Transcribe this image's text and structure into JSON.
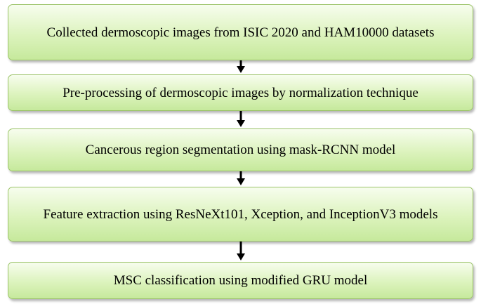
{
  "flowchart": {
    "steps": [
      {
        "text": "Collected dermoscopic images from ISIC 2020 and HAM10000 datasets"
      },
      {
        "text": "Pre-processing of dermoscopic images by normalization technique"
      },
      {
        "text": "Cancerous region segmentation using mask-RCNN model"
      },
      {
        "text": "Feature extraction using ResNeXt101, Xception, and InceptionV3 models"
      },
      {
        "text": "MSC classification using modified GRU model"
      }
    ],
    "colors": {
      "box_fill_top": "#f7fdee",
      "box_fill_bottom": "#c6e99c",
      "box_border": "#9cc46a",
      "arrow": "#000000"
    }
  }
}
